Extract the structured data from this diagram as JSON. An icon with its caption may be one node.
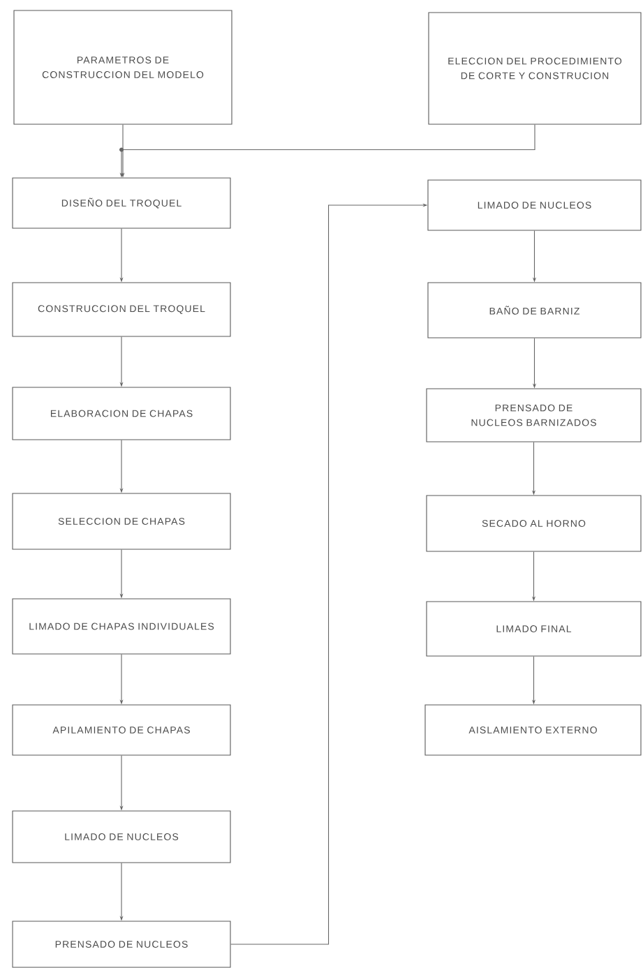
{
  "diagram": {
    "nodes": [
      {
        "text": [
          "PARAMETROS DE CONSTRUCCION DEL MODELO"
        ]
      },
      {
        "text": [
          "ELECCION DEL PROCEDIMIENTO DE CORTE Y CONSTRUCION"
        ]
      },
      {
        "text": [
          "DISEÑO DEL TROQUEL"
        ]
      },
      {
        "text": [
          "CONSTRUCCION DEL TROQUEL"
        ]
      },
      {
        "text": [
          "ELABORACION DE CHAPAS"
        ]
      },
      {
        "text": [
          "SELECCION DE CHAPAS"
        ]
      },
      {
        "text": [
          "LIMADO DE CHAPAS INDIVIDUALES"
        ]
      },
      {
        "text": [
          "APILAMIENTO DE CHAPAS"
        ]
      },
      {
        "text": [
          "LIMADO DE NUCLEOS"
        ]
      },
      {
        "text": [
          "PRENSADO DE NUCLEOS"
        ]
      },
      {
        "text": [
          "LIMADO DE NUCLEOS"
        ]
      },
      {
        "text": [
          "BAÑO DE BARNIZ"
        ]
      },
      {
        "text": [
          "PRENSADO DE NUCLEOS BARNIZADOS"
        ]
      },
      {
        "text": [
          "SECADO AL HORNO"
        ]
      },
      {
        "text": [
          "LIMADO FINAL"
        ]
      },
      {
        "text": [
          "AISLAMIENTO EXTERNO"
        ]
      }
    ],
    "edges": [
      {
        "from": 0,
        "to": 2,
        "arrow": "to"
      },
      {
        "from": 1,
        "to": 2,
        "arrow": "to"
      },
      {
        "from": 2,
        "to": 3,
        "arrow": "to"
      },
      {
        "from": 3,
        "to": 4,
        "arrow": "to"
      },
      {
        "from": 4,
        "to": 5,
        "arrow": "to"
      },
      {
        "from": 5,
        "to": 6,
        "arrow": "to"
      },
      {
        "from": 6,
        "to": 7,
        "arrow": "to"
      },
      {
        "from": 7,
        "to": 8,
        "arrow": "to"
      },
      {
        "from": 8,
        "to": 9,
        "arrow": "to"
      },
      {
        "from": 9,
        "to": 10,
        "arrow": "to"
      },
      {
        "from": 10,
        "to": 11,
        "arrow": "to"
      },
      {
        "from": 11,
        "to": 12,
        "arrow": "to"
      },
      {
        "from": 12,
        "to": 13,
        "arrow": "to"
      },
      {
        "from": 13,
        "to": 14,
        "arrow": "to"
      },
      {
        "from": 14,
        "to": 15,
        "arrow": "to"
      }
    ]
  }
}
